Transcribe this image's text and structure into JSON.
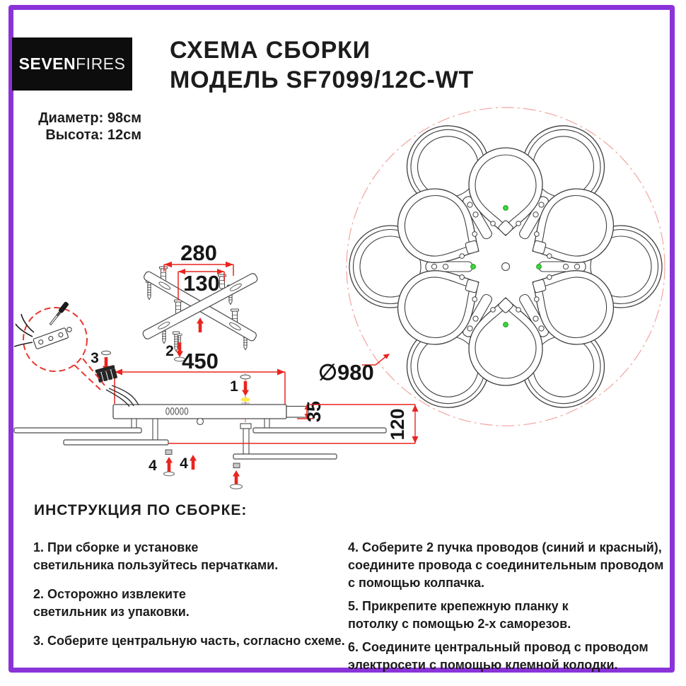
{
  "page": {
    "border_color": "#8a33d8",
    "background": "#ffffff"
  },
  "header": {
    "logo": {
      "part1": "SEVEN",
      "part2": "FIRES"
    },
    "title_line1": "СХЕМА СБОРКИ",
    "title_line2": "МОДЕЛЬ SF7099/12C-WT",
    "specs": {
      "diameter": "Диаметр: 98см",
      "height": "Высота: 12см"
    }
  },
  "diagram": {
    "dims": {
      "w280": "280",
      "w130": "130",
      "l450": "450",
      "h35": "35",
      "h120": "120",
      "dia": "∅980"
    },
    "markers": {
      "m1": "1",
      "m2": "2",
      "m3": "3",
      "m4": "4"
    },
    "colors": {
      "dimension_red": "#e8251f",
      "drawing_line": "#3f3f3f",
      "dash_circle_pink": "#f2a5a0",
      "green_dot": "#3fd63f",
      "highlight_yellow": "#ffe94d"
    }
  },
  "instructions": {
    "heading": "ИНСТРУКЦИЯ ПО СБОРКЕ:",
    "left": [
      {
        "text": "1. При сборке и установке\nсветильника пользуйтесь перчатками."
      },
      {
        "text": "2. Осторожно извлеките\nсветильник из упаковки."
      },
      {
        "text": "3. Соберите центральную часть, согласно схеме."
      }
    ],
    "right": [
      {
        "text": "4. Соберите 2 пучка проводов (синий и красный),\nсоедините провода с соединительным проводом\nс помощью колпачка."
      },
      {
        "text": "5. Прикрепите крепежную планку к\nпотолку с помощью 2-х саморезов."
      },
      {
        "text": "6. Соедините центральный провод с проводом\nэлектросети с помощью клемной колодки."
      }
    ]
  }
}
